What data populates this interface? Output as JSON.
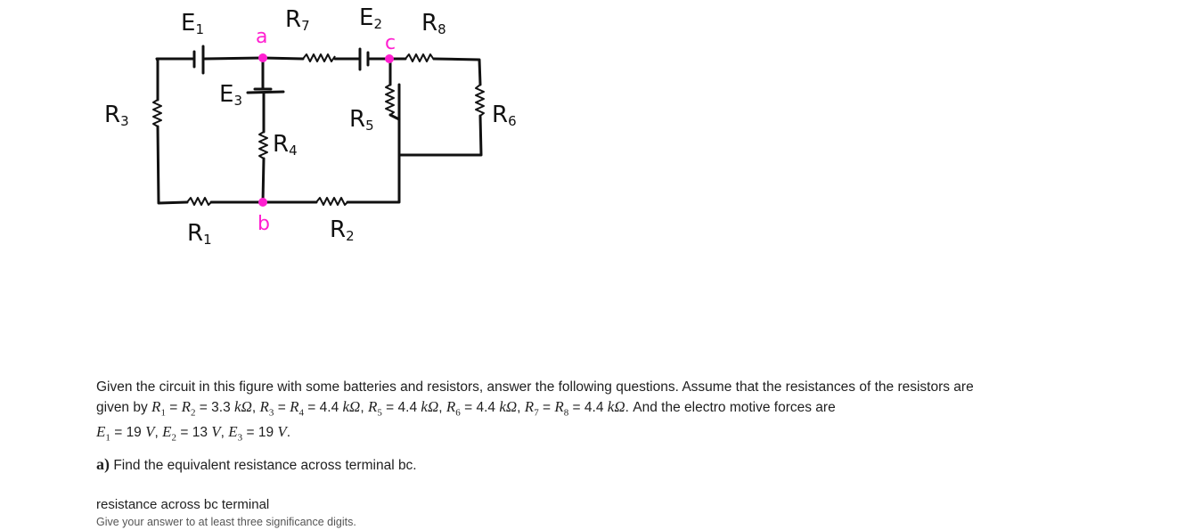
{
  "diagram": {
    "labels": {
      "E1": "E",
      "E1_sub": "1",
      "R7": "R",
      "R7_sub": "7",
      "E2": "E",
      "E2_sub": "2",
      "R8": "R",
      "R8_sub": "8",
      "E3": "E",
      "E3_sub": "3",
      "R3": "R",
      "R3_sub": "3",
      "R4": "R",
      "R4_sub": "4",
      "R5": "R",
      "R5_sub": "5",
      "R6": "R",
      "R6_sub": "6",
      "R1": "R",
      "R1_sub": "1",
      "R2": "R",
      "R2_sub": "2"
    },
    "nodes": {
      "a": "a",
      "b": "b",
      "c": "c"
    },
    "colors": {
      "wire": "#111111",
      "node": "#ff1fd0"
    }
  },
  "problem": {
    "line1": "Given the circuit in this figure with some batteries and resistors, answer the following questions. Assume that the resistances of the resistors are",
    "given_by": "given by",
    "R1": "R",
    "R1_sub": "1",
    "R2": "R",
    "R2_sub": "2",
    "val_R12": "3.3",
    "R3": "R",
    "R3_sub": "3",
    "R4": "R",
    "R4_sub": "4",
    "val_R34": "4.4",
    "R5": "R",
    "R5_sub": "5",
    "val_R5": "4.4",
    "R6": "R",
    "R6_sub": "6",
    "val_R6": "4.4",
    "R7": "R",
    "R7_sub": "7",
    "R8": "R",
    "R8_sub": "8",
    "val_R78": "4.4",
    "unit_kohm": "kΩ",
    "emf_intro": "And the electro motive forces are",
    "E1": "E",
    "E1_sub": "1",
    "val_E1": "19",
    "E2": "E",
    "E2_sub": "2",
    "val_E2": "13",
    "E3": "E",
    "E3_sub": "3",
    "val_E3": "19",
    "unit_v": "V"
  },
  "question": {
    "part_label": "a)",
    "text": "Find the equivalent resistance across terminal bc."
  },
  "answer": {
    "label": "resistance across bc terminal",
    "hint": "Give your answer to at least three significance digits."
  }
}
